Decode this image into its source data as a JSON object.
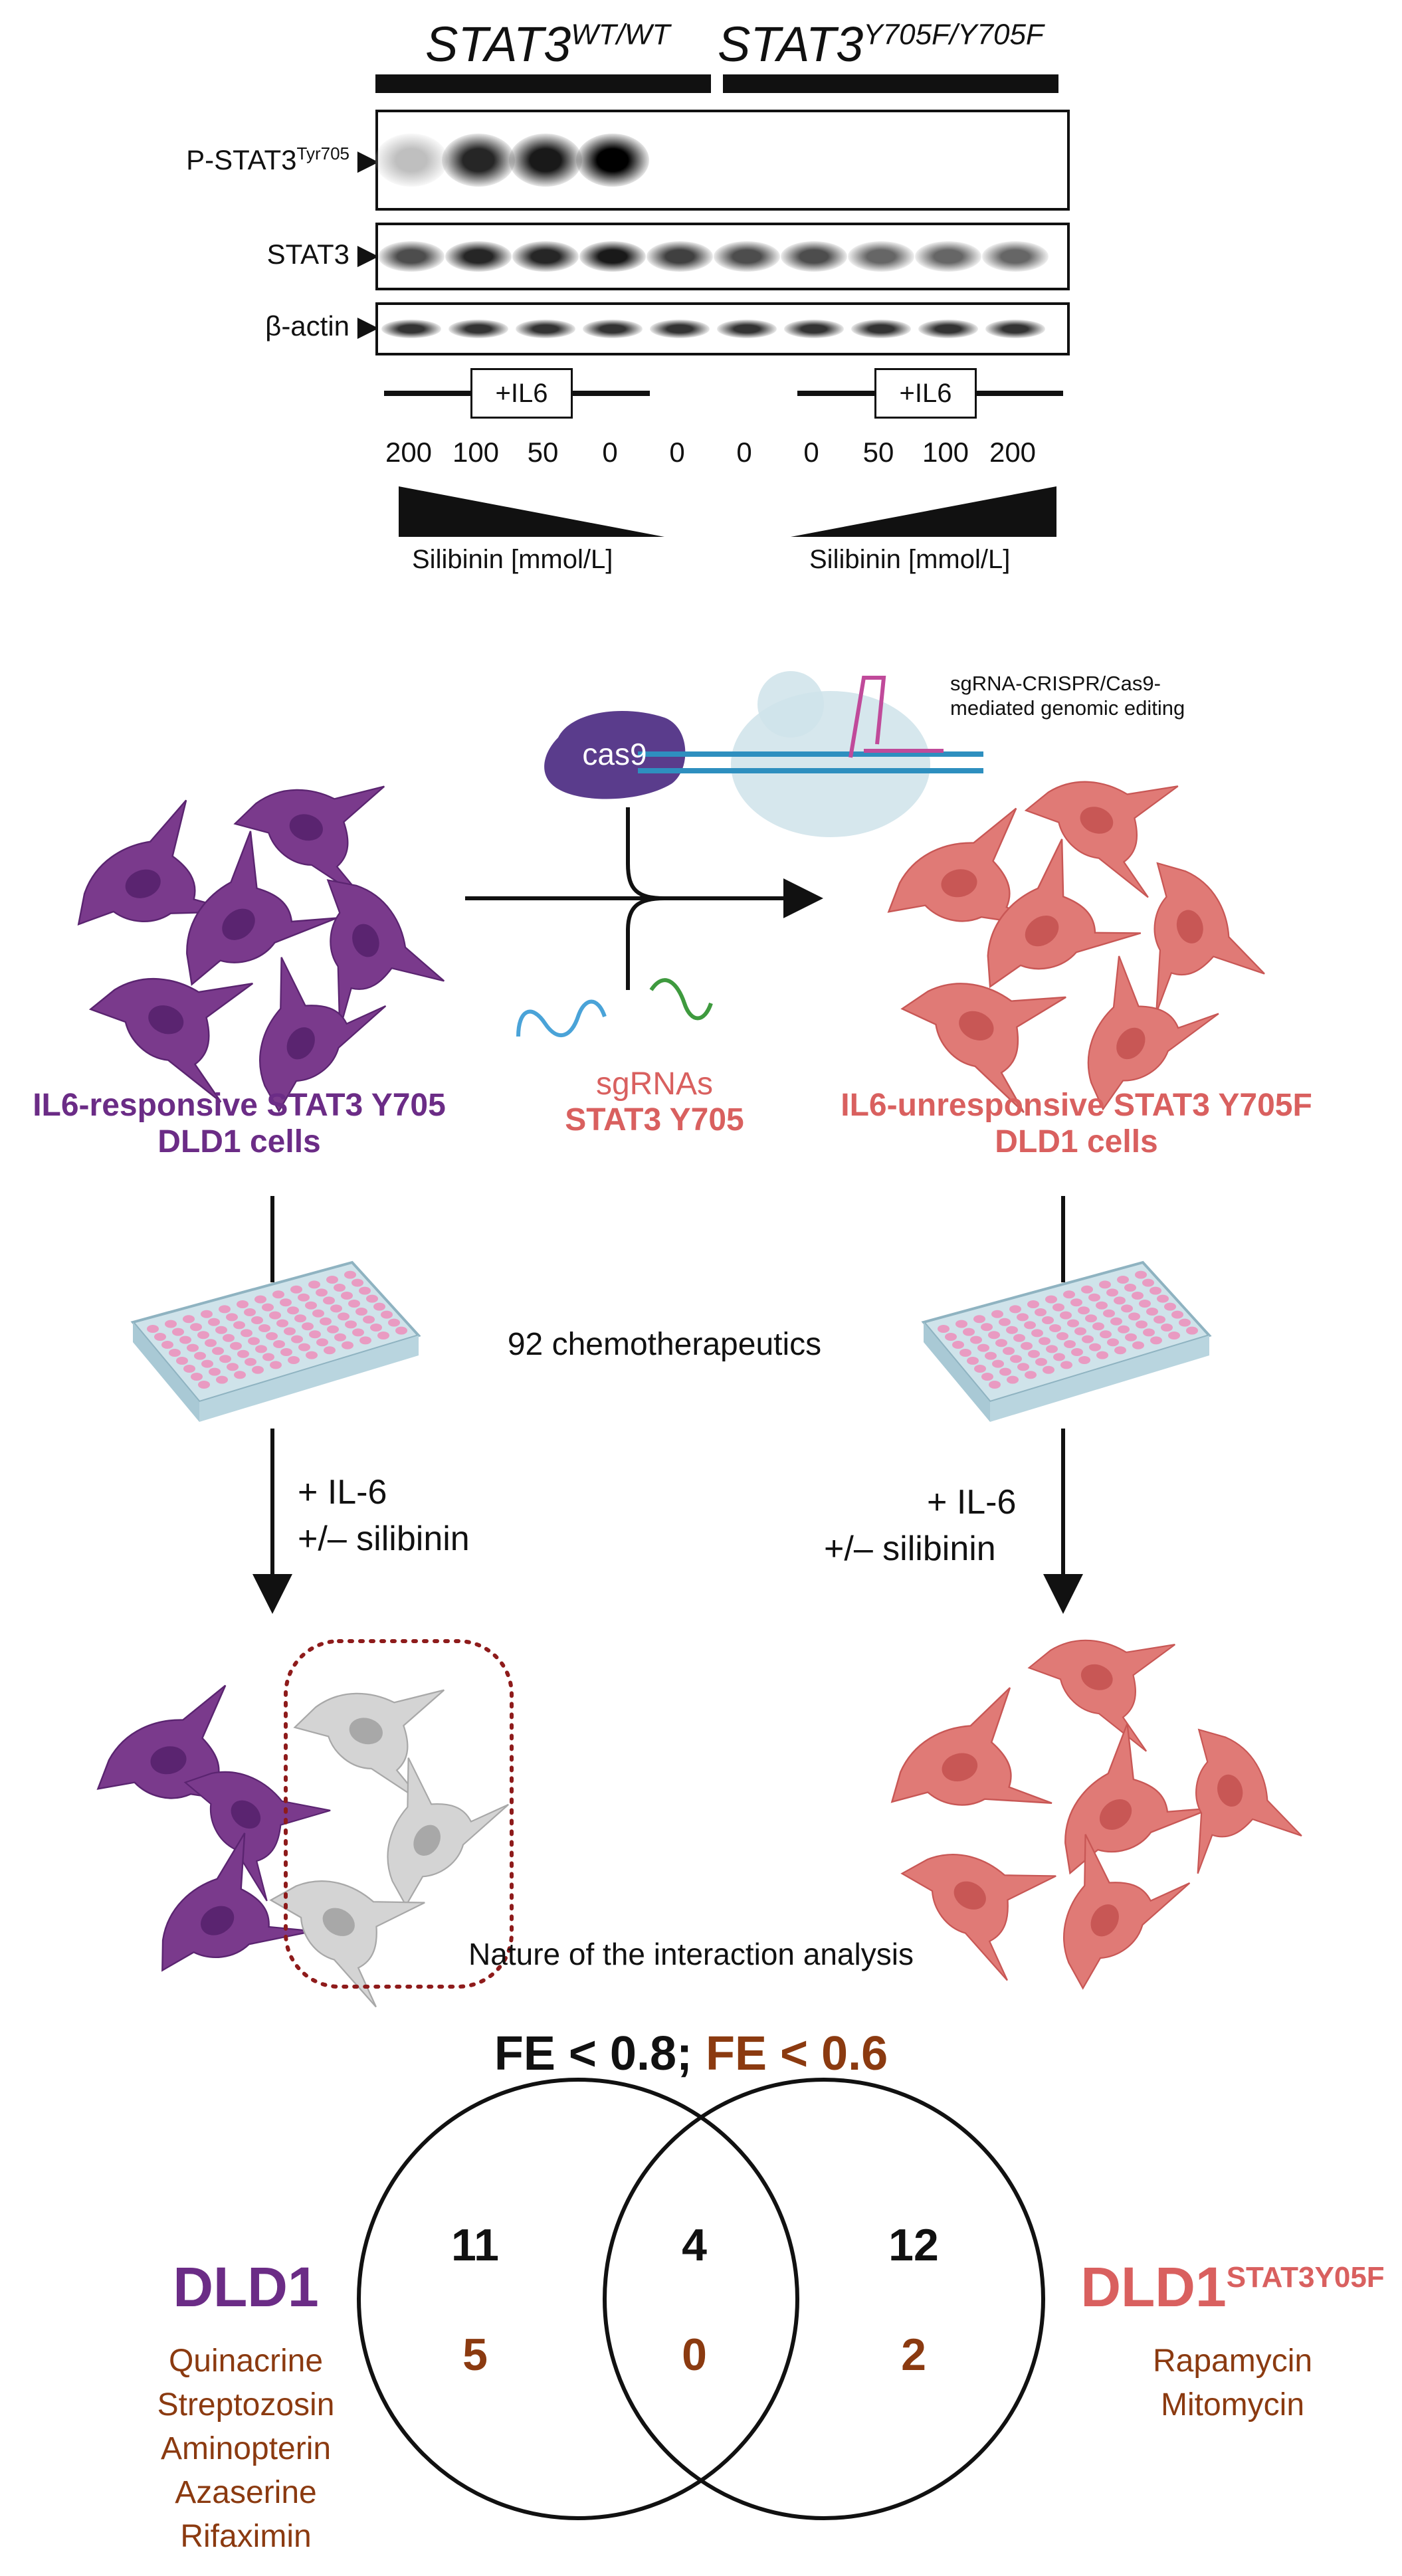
{
  "blot": {
    "genotype_wt": "STAT3",
    "genotype_wt_sup": "WT/WT",
    "genotype_mut": "STAT3",
    "genotype_mut_sup": "Y705F/Y705F",
    "row_labels": {
      "pstat3": "P-STAT3",
      "pstat3_sup": "Tyr705",
      "stat3": "STAT3",
      "actin": "β-actin"
    },
    "il6_label_left": "+IL6",
    "il6_label_right": "+IL6",
    "doses": [
      "200",
      "100",
      "50",
      "0",
      "0",
      "0",
      "0",
      "50",
      "100",
      "200"
    ],
    "silibinin_left": "Silibinin [mmol/L]",
    "silibinin_right": "Silibinin [mmol/L]",
    "pstat3_intensity": [
      0.25,
      0.85,
      0.9,
      1.0,
      0,
      0,
      0,
      0,
      0,
      0
    ],
    "stat3_intensity": [
      0.7,
      0.85,
      0.85,
      0.9,
      0.75,
      0.7,
      0.7,
      0.6,
      0.6,
      0.6
    ],
    "actin_intensity": [
      0.8,
      0.8,
      0.8,
      0.8,
      0.8,
      0.8,
      0.8,
      0.8,
      0.8,
      0.8
    ]
  },
  "workflow": {
    "cas9_label": "cas9",
    "crispr_caption": "sgRNA-CRISPR/Cas9-\nmediated genomic editing",
    "sgrna_line1": "sgRNAs",
    "sgrna_line2": "STAT3 Y705",
    "left_cells_line1": "IL6-responsive STAT3 Y705",
    "left_cells_line2": "DLD1 cells",
    "right_cells_line1": "IL6-unresponsive STAT3 Y705F",
    "right_cells_line2": "DLD1 cells",
    "screen_label": "92 chemotherapeutics",
    "treatment_left_1": "+ IL-6",
    "treatment_left_2": "+/– silibinin",
    "treatment_right_1": "+ IL-6",
    "treatment_right_2": "+/– silibinin",
    "analysis_label": "Nature of the interaction analysis"
  },
  "venn": {
    "title_part1": "FE < 0.8; ",
    "title_part2": "FE < 0.6",
    "left_set": "DLD1",
    "right_set": "DLD1",
    "right_set_sup": "STAT3Y05F",
    "left_count_08": "11",
    "left_count_06": "5",
    "overlap_count_08": "4",
    "overlap_count_06": "0",
    "right_count_08": "12",
    "right_count_06": "2",
    "left_drugs": [
      "Quinacrine",
      "Streptozosin",
      "Aminopterin",
      "Azaserine",
      "Rifaximin"
    ],
    "right_drugs": [
      "Rapamycin",
      "Mitomycin"
    ]
  },
  "colors": {
    "purple": "#6B2C86",
    "purple_cell": "#7A3A8C",
    "purple_nucleus": "#5A2470",
    "salmon": "#D9605F",
    "salmon_cell": "#E07A76",
    "salmon_nucleus": "#C85755",
    "brown": "#8B3A10",
    "grey_cell": "#D4D4D4",
    "dotted_red": "#8E1B1B",
    "plate_pink": "#E99BC2"
  }
}
